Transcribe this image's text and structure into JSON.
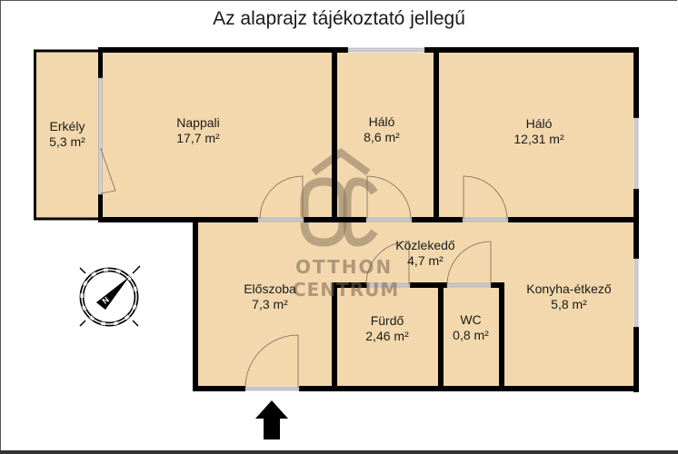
{
  "title": "Az alaprajz tájékoztató jellegű",
  "colors": {
    "floor": "#f2d8ac",
    "wall": "#000000",
    "window": "#c8c8cc",
    "watermark": "#8a7660",
    "background": "#ffffff"
  },
  "rooms": [
    {
      "id": "erkely",
      "name": "Erkély",
      "area": "5,3 m²"
    },
    {
      "id": "nappali",
      "name": "Nappali",
      "area": "17,7 m²"
    },
    {
      "id": "halo-1",
      "name": "Háló",
      "area": "8,6 m²"
    },
    {
      "id": "halo-2",
      "name": "Háló",
      "area": "12,31 m²"
    },
    {
      "id": "kozlekedo",
      "name": "Közlekedő",
      "area": "4,7 m²"
    },
    {
      "id": "eloszoba",
      "name": "Előszoba",
      "area": "7,3 m²"
    },
    {
      "id": "furdo",
      "name": "Fürdő",
      "area": "2,46 m²"
    },
    {
      "id": "wc",
      "name": "WC",
      "area": "0,8 m²"
    },
    {
      "id": "konyha",
      "name": "Konyha-étkező",
      "area": "5,8 m²"
    }
  ],
  "watermark": {
    "logo": "OC",
    "line1": "OTTHON",
    "line2": "CENTRUM"
  },
  "icons": {
    "compass": "compass-north-icon",
    "entrance": "entrance-arrow-icon",
    "compass_letter": "N"
  }
}
